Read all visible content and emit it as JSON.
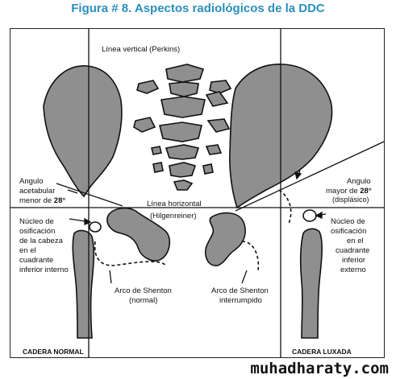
{
  "figure_title": "Figura # 8. Aspectos radiológicos de la DDC",
  "labels": {
    "vertical_line": "Línea vertical (Perkins)",
    "horizontal_line": "Línea horizontal",
    "hilgenreiner": "(Hilgenreiner)",
    "angle_left_1": "Angulo",
    "angle_left_2": "acetabular",
    "angle_left_3": "menor de ",
    "angle_left_value": "28°",
    "angle_right_1": "Angulo",
    "angle_right_2": "mayor de ",
    "angle_right_value": "28°",
    "angle_right_3": "(displásico)",
    "nucleus_left": [
      "Núcleo de",
      "osificación",
      "de la cabeza",
      "en el",
      "cuadrante",
      "inferior interno"
    ],
    "nucleus_right": [
      "Núcleo de",
      "osificación",
      "en el",
      "cuadrante",
      "inferior",
      "externo"
    ],
    "shenton_normal_1": "Arco de Shenton",
    "shenton_normal_2": "(normal)",
    "shenton_interrupted_1": "Arco de Shenton",
    "shenton_interrupted_2": "interrumpido",
    "hip_normal": "CADERA NORMAL",
    "hip_dislocated": "CADERA LUXADA"
  },
  "watermark": "muhadharaty.com",
  "colors": {
    "title": "#2a8fbd",
    "bone_fill": "#8f8f8f",
    "ink": "#111111"
  }
}
